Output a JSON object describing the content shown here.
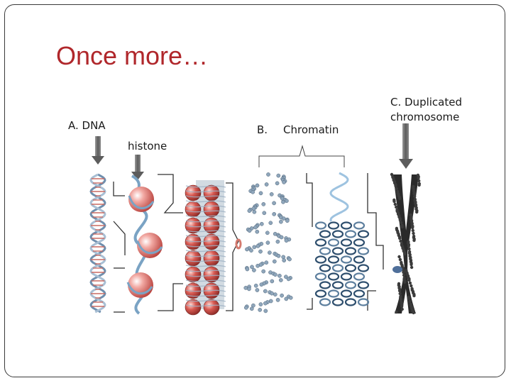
{
  "slide": {
    "title": "Once more…"
  },
  "labels": {
    "dna": "A. DNA",
    "histone": "histone",
    "b_letter": "B.",
    "chromatin": "Chromatin",
    "chromosome_line1": "C. Duplicated",
    "chromosome_line2": "chromosome"
  },
  "colors": {
    "title": "#b0272b",
    "arrow": "#6e6e6e",
    "histone": "#e0736d",
    "dna_strand": "#7a9bb8",
    "chromatin_bead": "#8aa1b8",
    "chromosome": "#2a2a2a"
  }
}
